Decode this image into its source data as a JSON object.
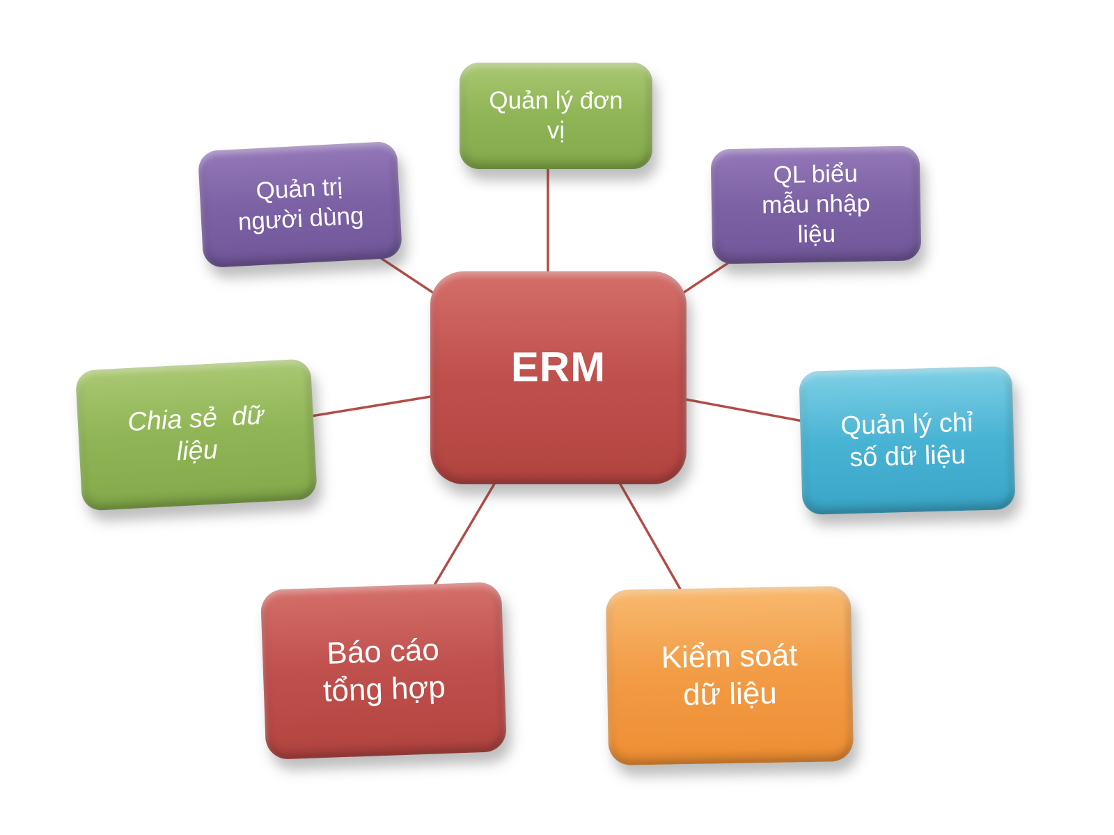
{
  "diagram": {
    "title": "ERM system functions diagram",
    "background_color": "#ffffff",
    "connector_color": "#b44b46",
    "text_color": "#ffffff",
    "center": {
      "label": "ERM",
      "color": "#c0504d"
    },
    "nodes": [
      {
        "id": "quan-ly-don-vi",
        "label": "Quản lý đơn\nvị",
        "color": "#8fb456",
        "position": "top"
      },
      {
        "id": "quan-tri-nguoi-dung",
        "label": "Quản trị\nngười dùng",
        "color": "#7d62a5",
        "position": "top-left"
      },
      {
        "id": "ql-bieu-mau-nhap-lieu",
        "label": "QL biểu\nmẫu nhập\nliệu",
        "color": "#7d62a5",
        "position": "top-right"
      },
      {
        "id": "chia-se-du-lieu",
        "label": "Chia sẻ  dữ\nliệu",
        "color": "#8fb456",
        "position": "left",
        "italic": true
      },
      {
        "id": "quan-ly-chi-so-du-lieu",
        "label": "Quản lý chỉ\nsố dữ liệu",
        "color": "#49b3d4",
        "position": "right"
      },
      {
        "id": "bao-cao-tong-hop",
        "label": "Báo cáo\ntổng hợp",
        "color": "#c0504d",
        "position": "bottom-left"
      },
      {
        "id": "kiem-soat-du-lieu",
        "label": "Kiểm soát\ndữ liệu",
        "color": "#f29b45",
        "position": "bottom-right"
      }
    ]
  }
}
